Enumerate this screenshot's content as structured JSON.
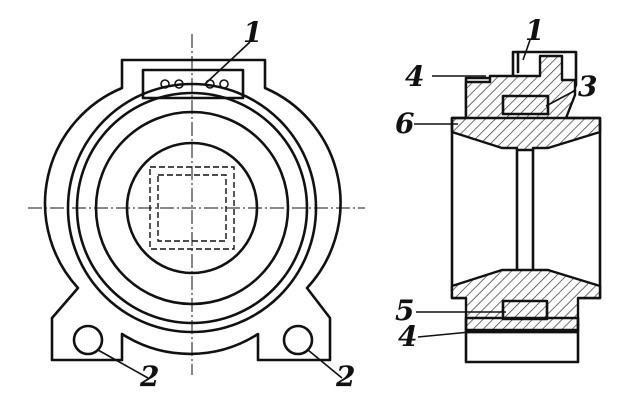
{
  "labels": {
    "front_1": "1",
    "front_2_left": "2",
    "front_2_right": "2",
    "side_1": "1",
    "side_3": "3",
    "side_4_top": "4",
    "side_4_bottom": "4",
    "side_5": "5",
    "side_6": "6"
  }
}
